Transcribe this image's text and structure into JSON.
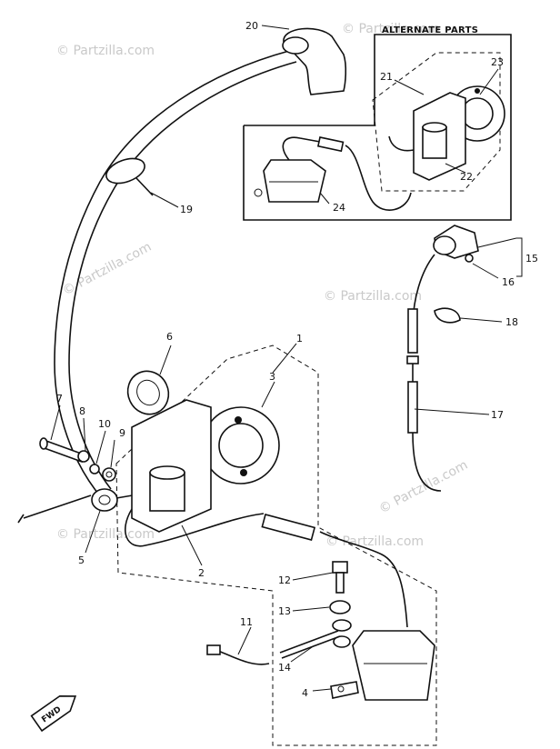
{
  "header": {
    "alternate_parts": "ALTERNATE PARTS"
  },
  "watermark": "© Partzilla.com",
  "fwd_label": "FWD",
  "callouts": {
    "c1": "1",
    "c2": "2",
    "c3": "3",
    "c4": "4",
    "c5": "5",
    "c6": "6",
    "c7": "7",
    "c8": "8",
    "c9": "9",
    "c10": "10",
    "c11": "11",
    "c12": "12",
    "c13": "13",
    "c14": "14",
    "c15": "15",
    "c16": "16",
    "c17": "17",
    "c18": "18",
    "c19": "19",
    "c20": "20",
    "c21": "21",
    "c22": "22",
    "c23": "23",
    "c24": "24"
  }
}
